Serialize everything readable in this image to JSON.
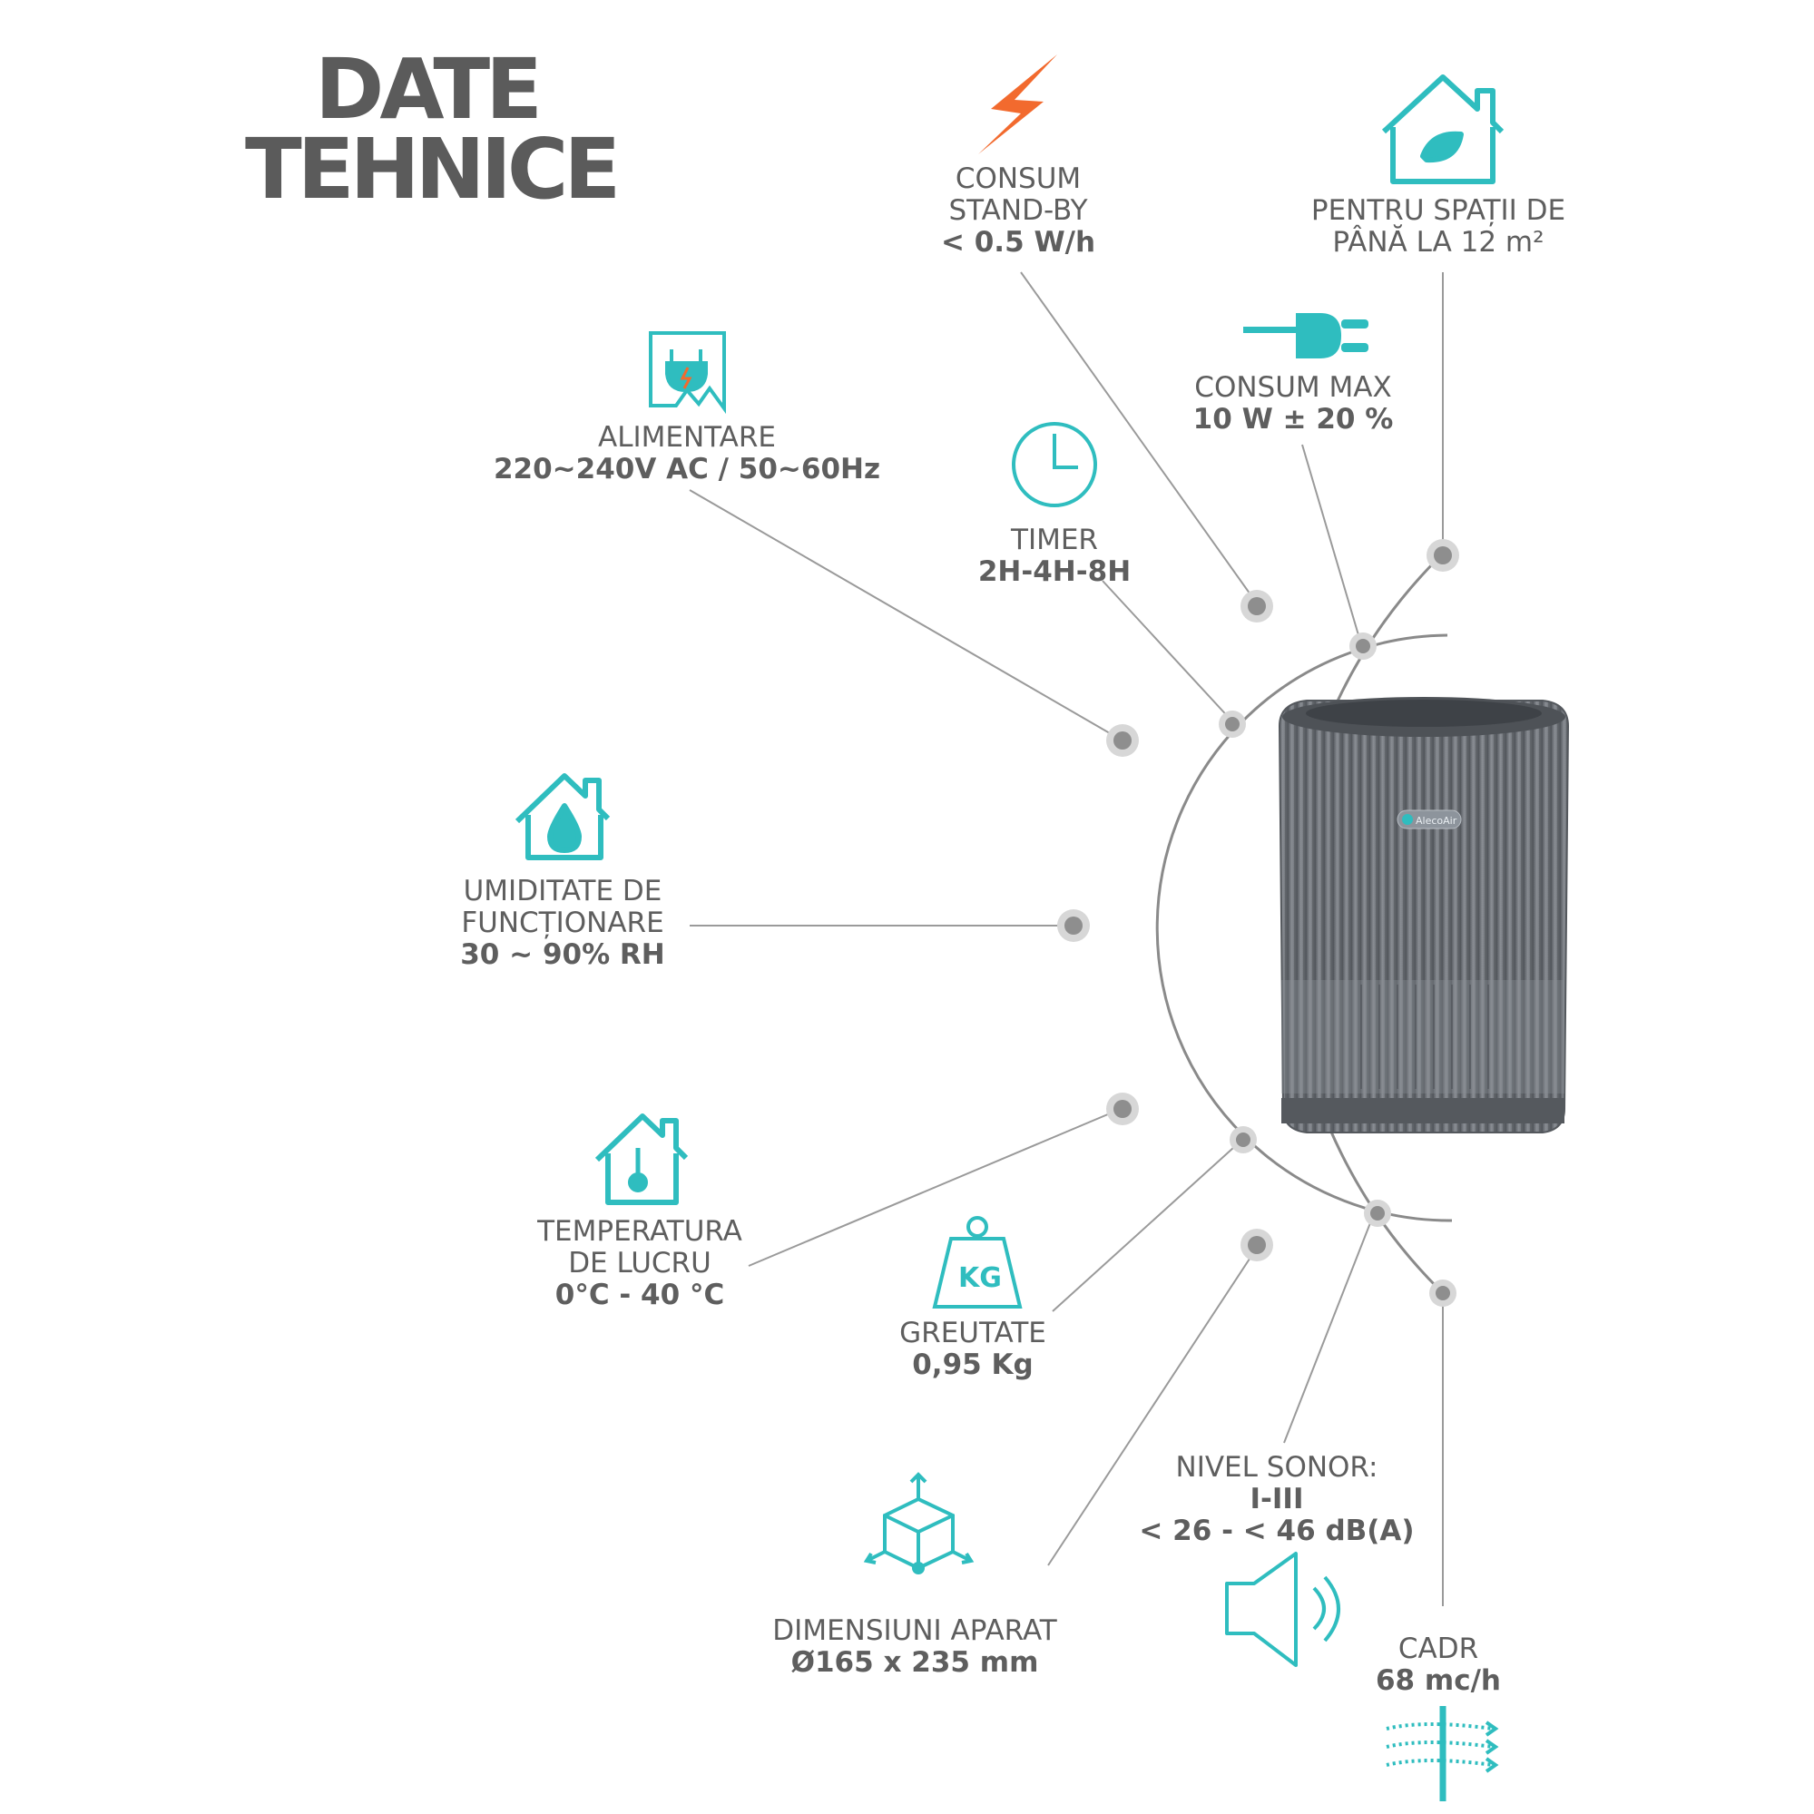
{
  "title": {
    "line1": "DATE",
    "line2": "TEHNICE"
  },
  "brand_badge": "AlecoAir",
  "colors": {
    "accent": "#2fbdbf",
    "bolt": "#f26a2e",
    "text": "#5e5e5e",
    "line": "#8a8a8a",
    "device": "#6e7278"
  },
  "specs": {
    "standby": {
      "l1": "CONSUM",
      "l2": "STAND-BY",
      "v": "< 0.5 W/h",
      "icon": "lightning-icon"
    },
    "area": {
      "l1": "PENTRU SPAȚII DE",
      "l2": "PÂNĂ LA 12 m²",
      "icon": "eco-house-icon"
    },
    "power": {
      "l1": "ALIMENTARE",
      "v": "220~240V AC / 50~60Hz",
      "icon": "power-plug-document-icon"
    },
    "maxpower": {
      "l1": "CONSUM MAX",
      "v": "10 W ± 20 %",
      "icon": "plug-icon"
    },
    "timer": {
      "l1": "TIMER",
      "v": "2H-4H-8H",
      "icon": "clock-icon"
    },
    "humidity": {
      "l1": "UMIDITATE DE",
      "l2": "FUNCȚIONARE",
      "v": "30 ~ 90% RH",
      "icon": "humidity-house-icon"
    },
    "temperature": {
      "l1": "TEMPERATURA",
      "l2": "DE LUCRU",
      "v": "0°C - 40 °C",
      "icon": "thermometer-house-icon"
    },
    "weight": {
      "l1": "GREUTATE",
      "v": "0,95 Kg",
      "icon": "weight-icon",
      "icon_text": "KG"
    },
    "noise": {
      "l1": "NIVEL SONOR:",
      "v1": "I-III",
      "v": "< 26 - < 46 dB(A)",
      "icon": "speaker-icon"
    },
    "dimensions": {
      "l1": "DIMENSIUNI APARAT",
      "v": "Ø165 x 235 mm",
      "icon": "cube-dimensions-icon"
    },
    "cadr": {
      "l1": "CADR",
      "v": "68 mc/h",
      "icon": "airflow-icon"
    }
  }
}
